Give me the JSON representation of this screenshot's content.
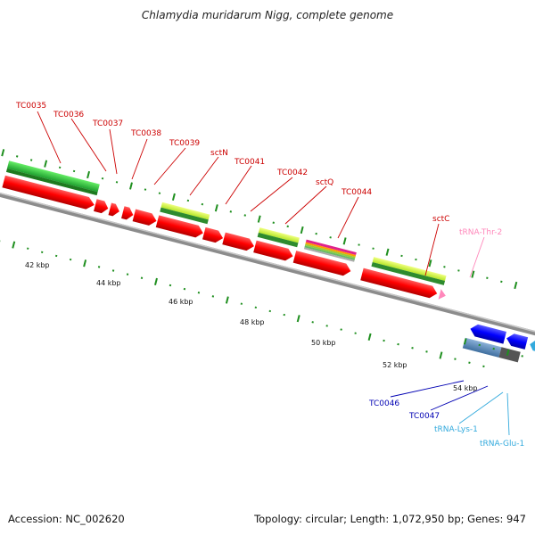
{
  "title": "Chlamydia muridarum Nigg, complete genome",
  "footer": {
    "accession": "Accession: NC_002620",
    "summary": "Topology: circular; Length: 1,072,950 bp; Genes: 947"
  },
  "colors": {
    "gene_red": "#ff1a1a",
    "gene_blue": "#1a1aff",
    "label_red": "#cc0000",
    "label_blue": "#0000b3",
    "label_cyan": "#33aadd",
    "label_pink": "#ff88bb",
    "tick_green": "#1f8f1f",
    "backbone": "#8c8c8c"
  },
  "scale_labels": [
    "42 kbp",
    "44 kbp",
    "46 kbp",
    "48 kbp",
    "50 kbp",
    "52 kbp",
    "54 kbp"
  ],
  "feature_labels_top": [
    "TC0035",
    "TC0036",
    "TC0037",
    "TC0038",
    "TC0039",
    "sctN",
    "TC0041",
    "TC0042",
    "sctQ",
    "TC0044",
    "sctC"
  ],
  "trna_top": "tRNA-Thr-2",
  "feature_labels_bottom": [
    "TC0046",
    "TC0047"
  ],
  "trna_bottom": [
    "tRNA-Lys-1",
    "tRNA-Glu-1"
  ]
}
